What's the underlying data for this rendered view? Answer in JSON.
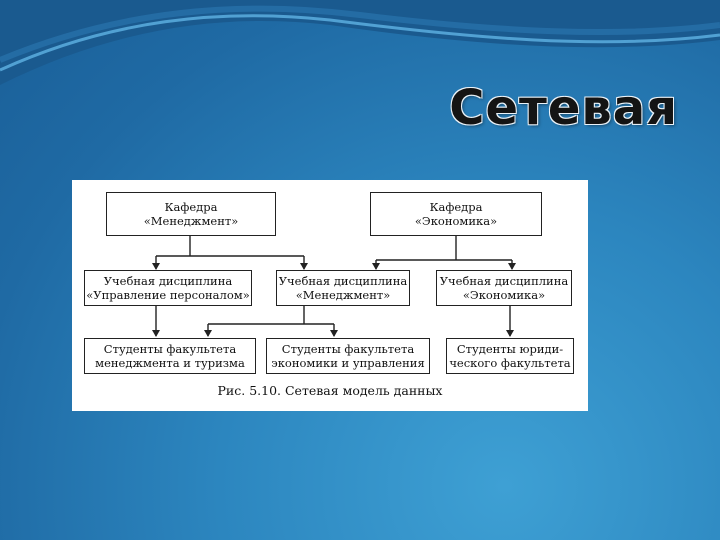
{
  "slide": {
    "title": "Сетевая"
  },
  "figure": {
    "departments": [
      {
        "line1": "Кафедра",
        "line2": "«Менеджмент»"
      },
      {
        "line1": "Кафедра",
        "line2": "«Экономика»"
      }
    ],
    "disciplines": [
      {
        "line1": "Учебная дисциплина",
        "line2": "«Управление персоналом»"
      },
      {
        "line1": "Учебная дисциплина",
        "line2": "«Менеджмент»"
      },
      {
        "line1": "Учебная дисциплина",
        "line2": "«Экономика»"
      }
    ],
    "students": [
      {
        "line1": "Студенты факультета",
        "line2": "менеджмента и туризма"
      },
      {
        "line1": "Студенты факультета",
        "line2": "экономики и управления"
      },
      {
        "line1": "Студенты юриди-",
        "line2": "ческого факультета"
      }
    ],
    "caption": "Рис. 5.10. Сетевая модель данных"
  },
  "colors": {
    "background": "#2c86bf",
    "figure_background": "#ffffff",
    "line": "#222222"
  }
}
